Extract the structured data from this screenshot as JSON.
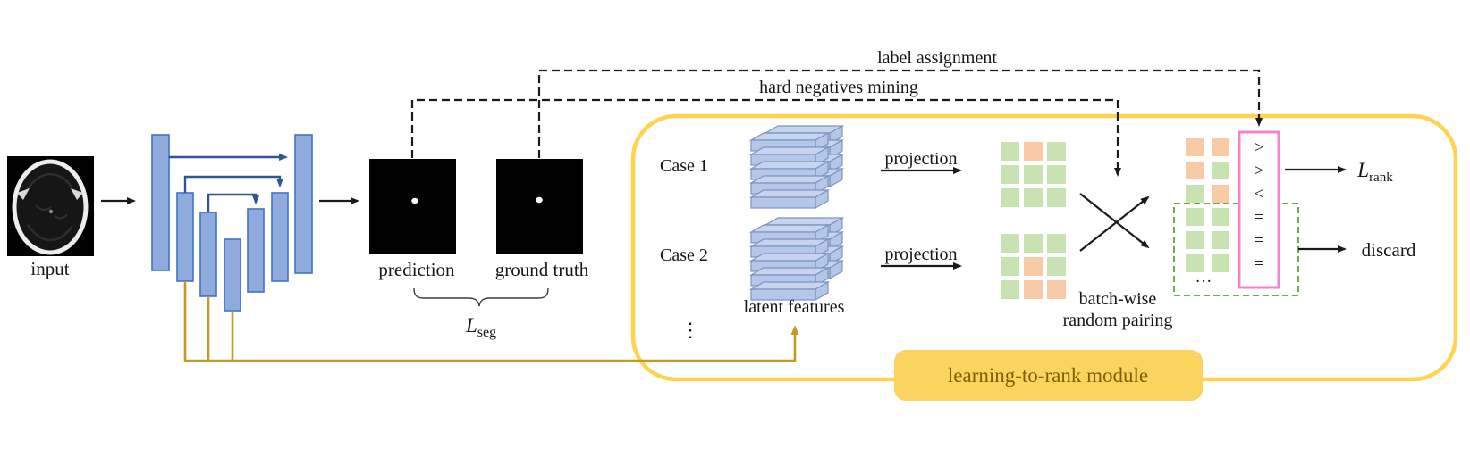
{
  "pipeline": {
    "input_label": "input",
    "prediction_label": "prediction",
    "ground_truth_label": "ground truth",
    "seg_loss": {
      "main": "L",
      "sub": "seg"
    }
  },
  "top_flows": {
    "label_assignment": "label assignment",
    "hard_negatives_mining": "hard negatives mining"
  },
  "module": {
    "title": "learning-to-rank module",
    "case1_label": "Case 1",
    "case2_label": "Case 2",
    "more_cases_ellipsis": "⋮",
    "latent_features_label": "latent features",
    "projection_label": "projection",
    "pairing_caption_line1": "batch-wise",
    "pairing_caption_line2": "random pairing",
    "comparison_operators": [
      ">",
      ">",
      "<",
      "=",
      "=",
      "="
    ],
    "discard_ellipsis": "···",
    "grids": {
      "case1_projection": [
        [
          "green",
          "orange",
          "green"
        ],
        [
          "green",
          "green",
          "green"
        ],
        [
          "green",
          "green",
          "green"
        ]
      ],
      "case2_projection": [
        [
          "green",
          "green",
          "green"
        ],
        [
          "green",
          "orange",
          "green"
        ],
        [
          "green",
          "orange",
          "orange"
        ]
      ],
      "paired": [
        [
          "orange",
          "orange"
        ],
        [
          "orange",
          "green"
        ],
        [
          "green",
          "orange"
        ],
        [
          "green",
          "green"
        ],
        [
          "green",
          "green"
        ],
        [
          "green",
          "green"
        ]
      ]
    },
    "outputs": {
      "rank_loss": {
        "main": "L",
        "sub": "rank"
      },
      "discard_label": "discard"
    }
  },
  "colors": {
    "unet_fill": "#8FAADC",
    "unet_stroke": "#4472C4",
    "skip_arrow": "#2F5597",
    "gold": "#C49A24",
    "module_border": "#FFD34F",
    "module_label_fill": "#FAD45E",
    "module_label_text": "#7E6000",
    "square_green": "#C9E2B2",
    "square_orange": "#F8CBA6",
    "pink_box": "#F283CC",
    "green_dashed": "#6FAC46",
    "slab_fill": "#B5C7E8",
    "slab_top": "#C6D4EF",
    "slab_stroke": "#7B93BE",
    "arrow_black": "#1A1A1A"
  }
}
